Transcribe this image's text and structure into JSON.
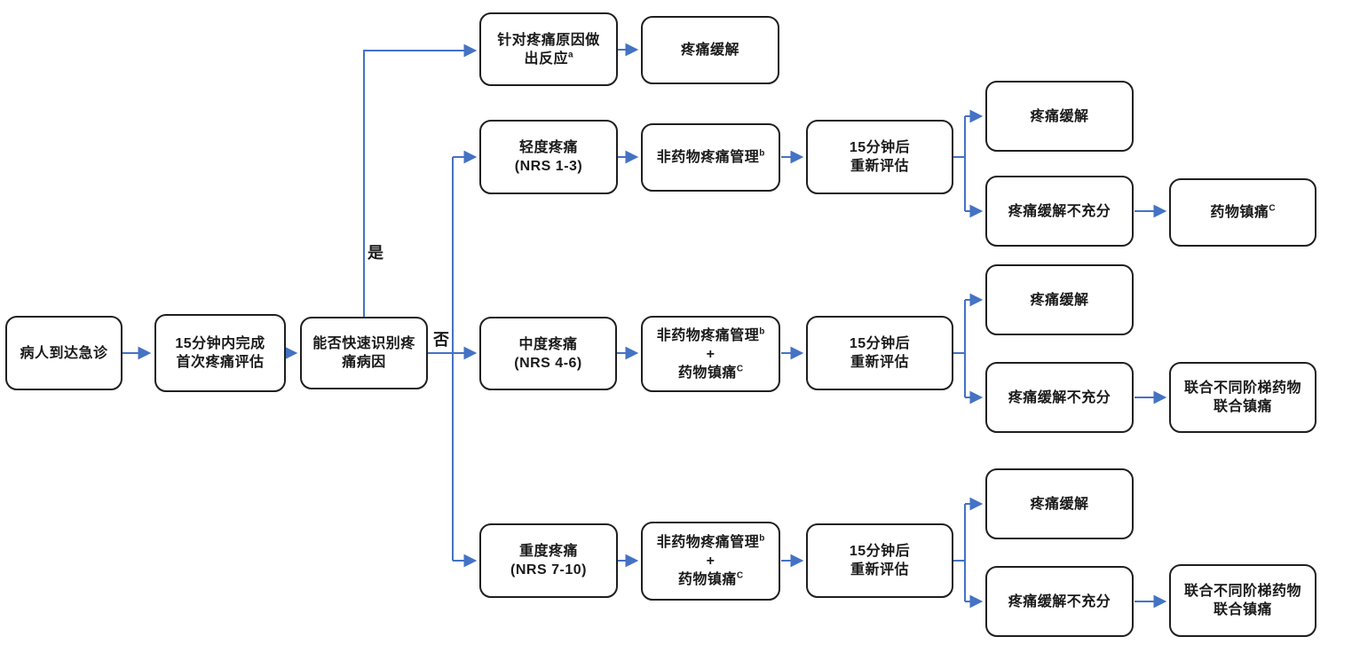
{
  "diagram": {
    "type": "flowchart",
    "topic": "emergency-pain-management-pathway",
    "language": "zh-CN",
    "colors": {
      "arrow": "#4472C4",
      "box_border": "#1f1f1f",
      "box_fill": "#ffffff",
      "text": "#1a1a1a",
      "background": "#ffffff"
    },
    "edge_labels": {
      "yes": "是",
      "no": "否"
    },
    "nodes": {
      "arrive": {
        "line1": "病人到达急诊"
      },
      "first_assessment": {
        "line1": "15分钟内完成",
        "line2": "首次疼痛评估"
      },
      "identify_cause": {
        "line1": "能否快速识别疼",
        "line2": "痛病因"
      },
      "respond_to_cause": {
        "line1": "针对疼痛原因做",
        "line2": "出反应",
        "sup2": "a"
      },
      "pain_relief_top": {
        "line1": "疼痛缓解"
      },
      "mild_pain": {
        "line1": "轻度疼痛",
        "line2": "(NRS 1-3)"
      },
      "nonpharm_mild": {
        "line1": "非药物疼痛管理",
        "sup1": "b"
      },
      "reassess_mild": {
        "line1": "15分钟后",
        "line2": "重新评估"
      },
      "relief_mild": {
        "line1": "疼痛缓解"
      },
      "insufficient_mild": {
        "line1": "疼痛缓解不充分"
      },
      "pharm_analgesia": {
        "line1": "药物镇痛",
        "sup1": "C"
      },
      "moderate_pain": {
        "line1": "中度疼痛",
        "line2": "(NRS 4-6)"
      },
      "combo_moderate": {
        "line1": "非药物疼痛管理",
        "sup1": "b",
        "line2": "+",
        "line3": "药物镇痛",
        "sup3": "C"
      },
      "reassess_moderate": {
        "line1": "15分钟后",
        "line2": "重新评估"
      },
      "relief_moderate": {
        "line1": "疼痛缓解"
      },
      "insufficient_moderate": {
        "line1": "疼痛缓解不充分"
      },
      "ladder_moderate": {
        "line1": "联合不同阶梯药物",
        "line2": "联合镇痛"
      },
      "severe_pain": {
        "line1": "重度疼痛",
        "line2": "(NRS 7-10)"
      },
      "combo_severe": {
        "line1": "非药物疼痛管理",
        "sup1": "b",
        "line2": "+",
        "line3": "药物镇痛",
        "sup3": "C"
      },
      "reassess_severe": {
        "line1": "15分钟后",
        "line2": "重新评估"
      },
      "relief_severe": {
        "line1": "疼痛缓解"
      },
      "insufficient_severe": {
        "line1": "疼痛缓解不充分"
      },
      "ladder_severe": {
        "line1": "联合不同阶梯药物",
        "line2": "联合镇痛"
      }
    }
  }
}
